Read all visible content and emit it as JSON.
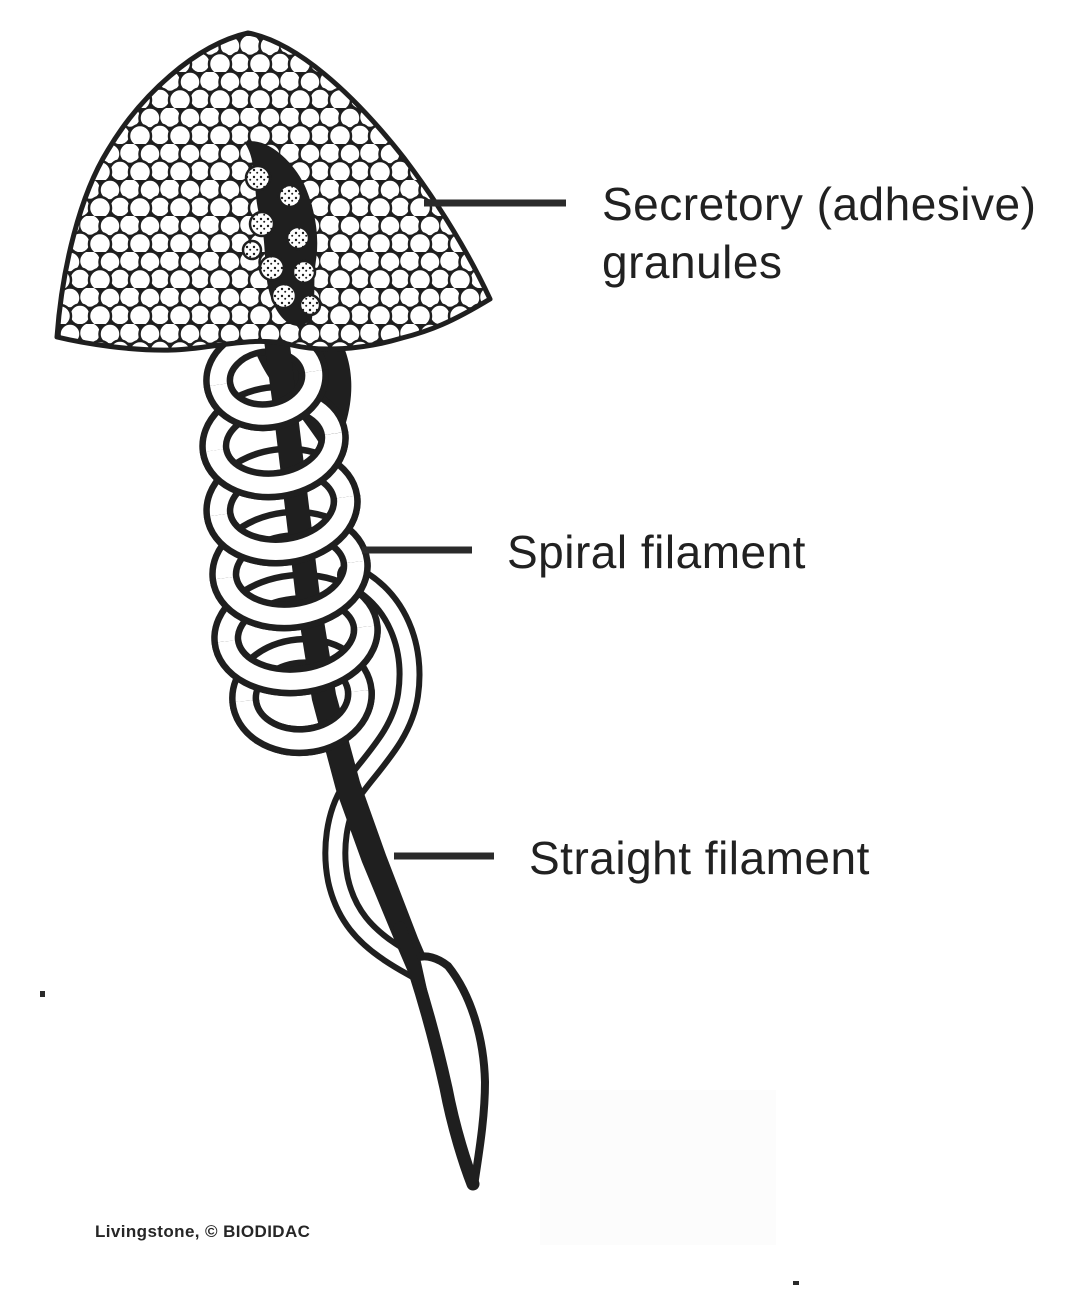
{
  "figure": {
    "kind": "labeled biological line diagram",
    "credit": "Livingstone, © BIODIDAC"
  },
  "labels": {
    "secretory_line1": "Secretory (adhesive)",
    "secretory_line2": "granules",
    "spiral": "Spiral filament",
    "straight": "Straight filament"
  },
  "colors": {
    "ink": "#1f1f1f",
    "leader_line": "#2b2b2b",
    "background": "#ffffff"
  }
}
